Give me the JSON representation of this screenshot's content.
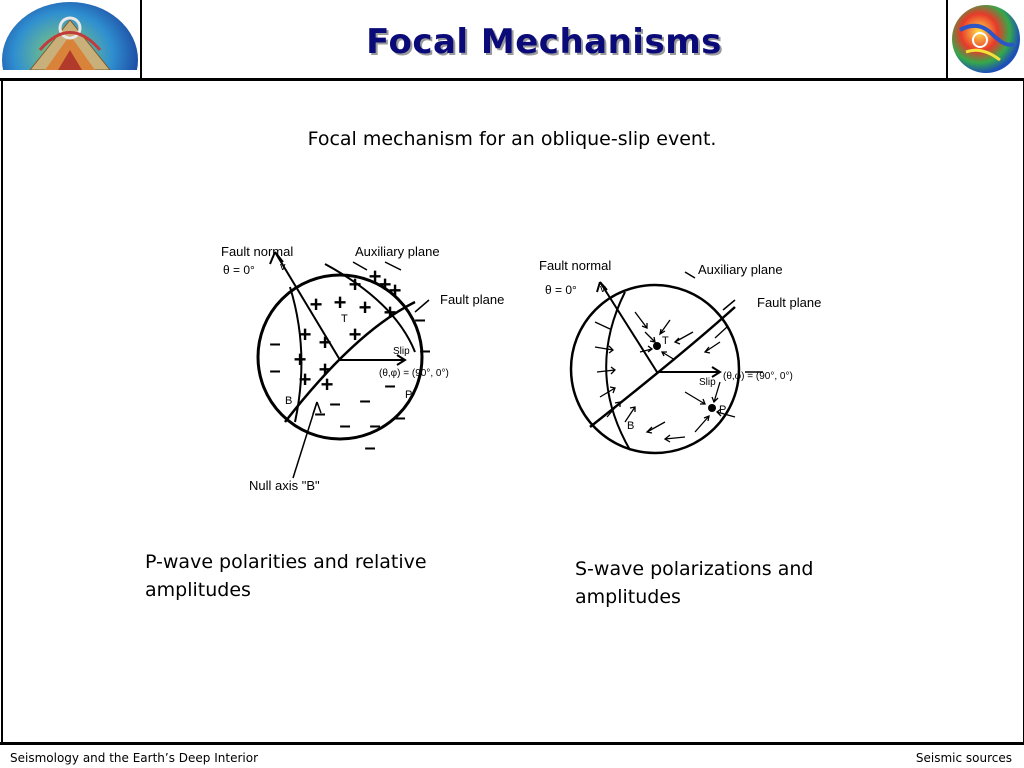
{
  "slide": {
    "title": "Focal Mechanisms",
    "caption": "Focal mechanism for an oblique-slip event.",
    "label_p": "P-wave polarities and relative amplitudes",
    "label_s": "S-wave polarizations and amplitudes"
  },
  "figure": {
    "left": {
      "fault_normal": "Fault normal",
      "theta": "θ = 0°",
      "v": "v",
      "auxiliary_plane": "Auxiliary plane",
      "fault_plane": "Fault plane",
      "slip": "Slip",
      "theta_phi": "(θ,φ) = (90°, 0°)",
      "t": "T",
      "p": "P",
      "b": "B",
      "null_axis": "Null axis \"B\""
    },
    "right": {
      "fault_normal": "Fault normal",
      "theta": "θ = 0°",
      "v": "v",
      "auxiliary_plane": "Auxiliary plane",
      "fault_plane": "Fault plane",
      "slip": "Slip",
      "theta_phi": "(θ,φ) = (90°, 0°)",
      "t": "T",
      "p": "P",
      "b": "B"
    }
  },
  "footer": {
    "left": "Seismology and the Earth’s Deep Interior",
    "right": "Seismic sources"
  },
  "colors": {
    "title": "#0a0a78",
    "title_shadow": "#9a9a9a",
    "rule": "#000000"
  }
}
